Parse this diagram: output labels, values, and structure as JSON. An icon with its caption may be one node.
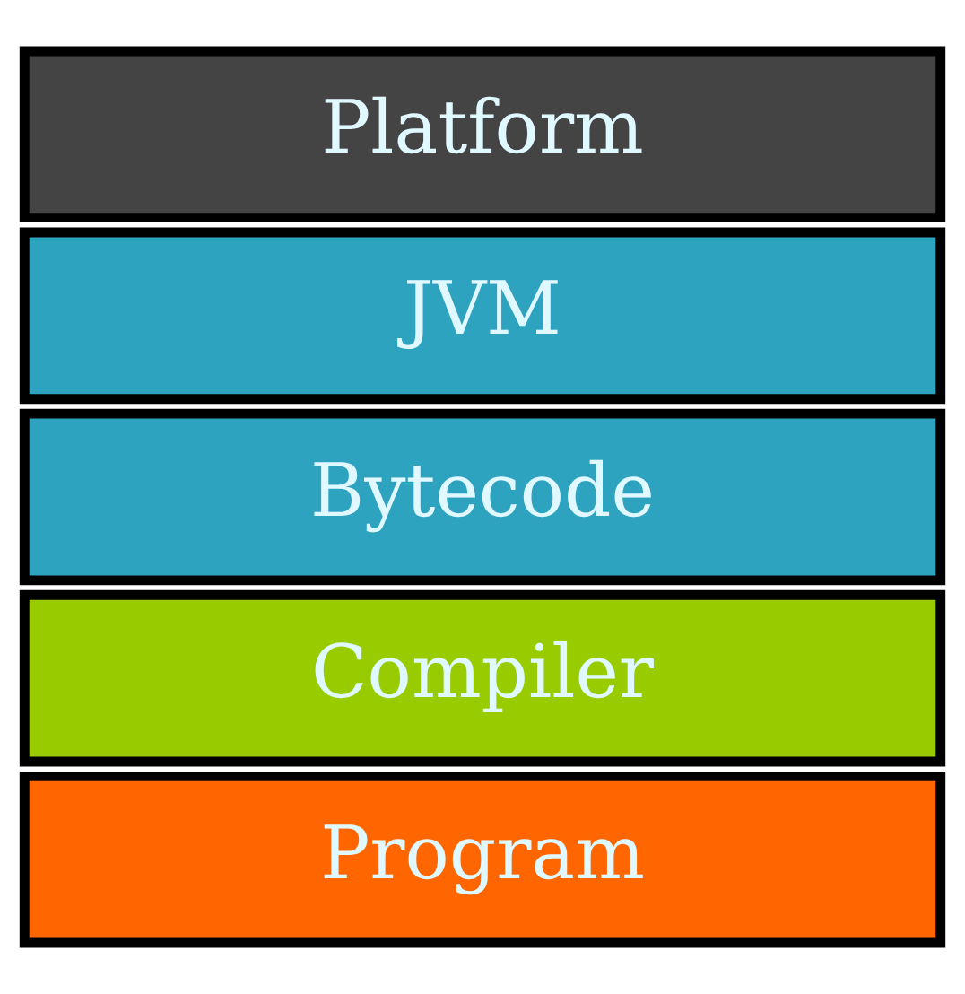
{
  "diagram": {
    "nodes": [
      {
        "text": [
          "Program"
        ]
      },
      {
        "text": [
          "Compiler"
        ]
      },
      {
        "text": [
          "Bytecode"
        ]
      },
      {
        "text": [
          "JVM"
        ]
      },
      {
        "text": [
          "Platform"
        ]
      }
    ]
  }
}
